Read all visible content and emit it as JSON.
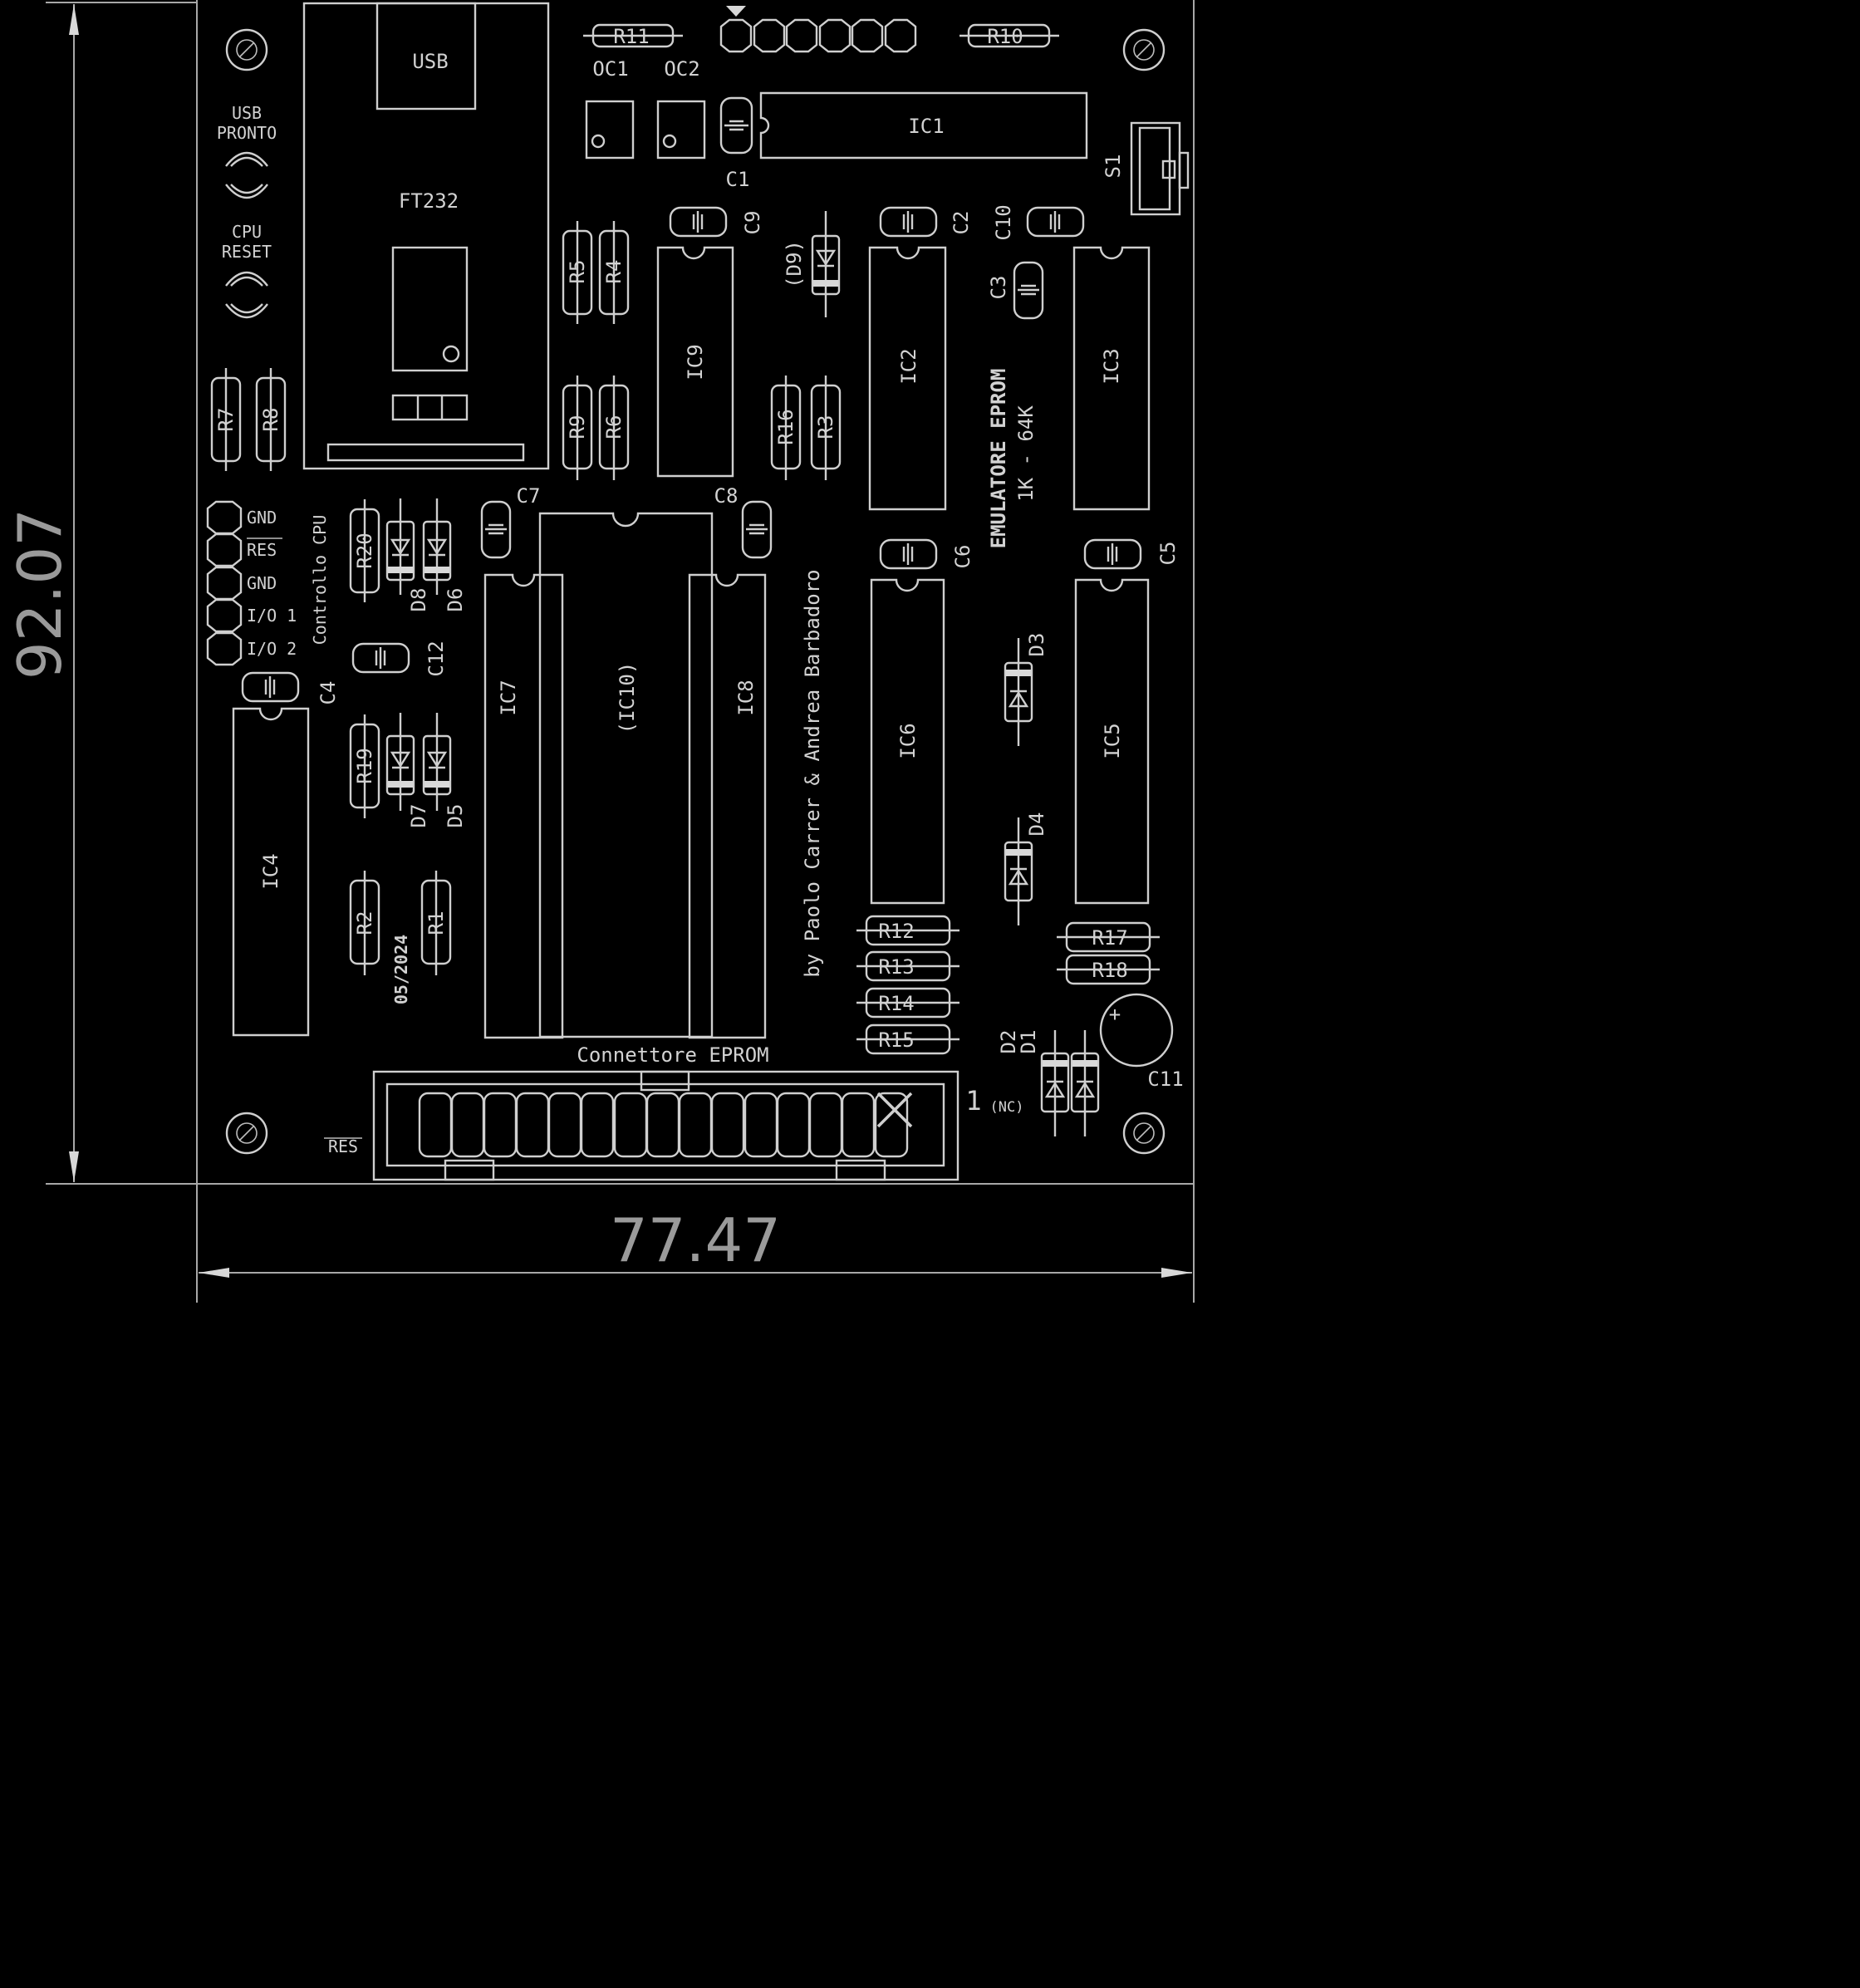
{
  "dimensions": {
    "height": "92.07",
    "width": "77.47"
  },
  "components": {
    "ic1": "IC1",
    "ic2": "IC2",
    "ic3": "IC3",
    "ic4": "IC4",
    "ic5": "IC5",
    "ic6": "IC6",
    "ic7": "IC7",
    "ic8": "IC8",
    "ic9": "IC9",
    "ic10": "(IC10)",
    "usb": "USB",
    "ft232": "FT232",
    "oc1": "OC1",
    "oc2": "OC2",
    "s1": "S1",
    "r1": "R1",
    "r2": "R2",
    "r3": "R3",
    "r4": "R4",
    "r5": "R5",
    "r6": "R6",
    "r7": "R7",
    "r8": "R8",
    "r9": "R9",
    "r10": "R10",
    "r11": "R11",
    "r12": "R12",
    "r13": "R13",
    "r14": "R14",
    "r15": "R15",
    "r16": "R16",
    "r17": "R17",
    "r18": "R18",
    "r19": "R19",
    "r20": "R20",
    "c1": "C1",
    "c2": "C2",
    "c3": "C3",
    "c4": "C4",
    "c5": "C5",
    "c6": "C6",
    "c7": "C7",
    "c8": "C8",
    "c9": "C9",
    "c10": "C10",
    "c11": "C11",
    "c12": "C12",
    "d1": "D1",
    "d2": "D2",
    "d3": "D3",
    "d4": "D4",
    "d5": "D5",
    "d6": "D6",
    "d7": "D7",
    "d8": "D8",
    "d9": "(D9)"
  },
  "labels": {
    "usb_ready_1": "USB",
    "usb_ready_2": "PRONTO",
    "cpu_reset_1": "CPU",
    "cpu_reset_2": "RESET",
    "cpu_control": "Controllo CPU",
    "pin_gnd1": "GND",
    "pin_res": "RES",
    "pin_gnd2": "GND",
    "pin_io1": "I/O 1",
    "pin_io2": "I/O 2",
    "title_1": "EMULATORE EPROM",
    "title_2": "1K - 64K",
    "authors": "by Paolo Carrer & Andrea Barbadoro",
    "date": "05/2024",
    "eprom_connector": "Connettore EPROM",
    "pin1": "1",
    "pin1_nc": "(NC)",
    "res_conn": "RES",
    "c11_plus": "+"
  }
}
